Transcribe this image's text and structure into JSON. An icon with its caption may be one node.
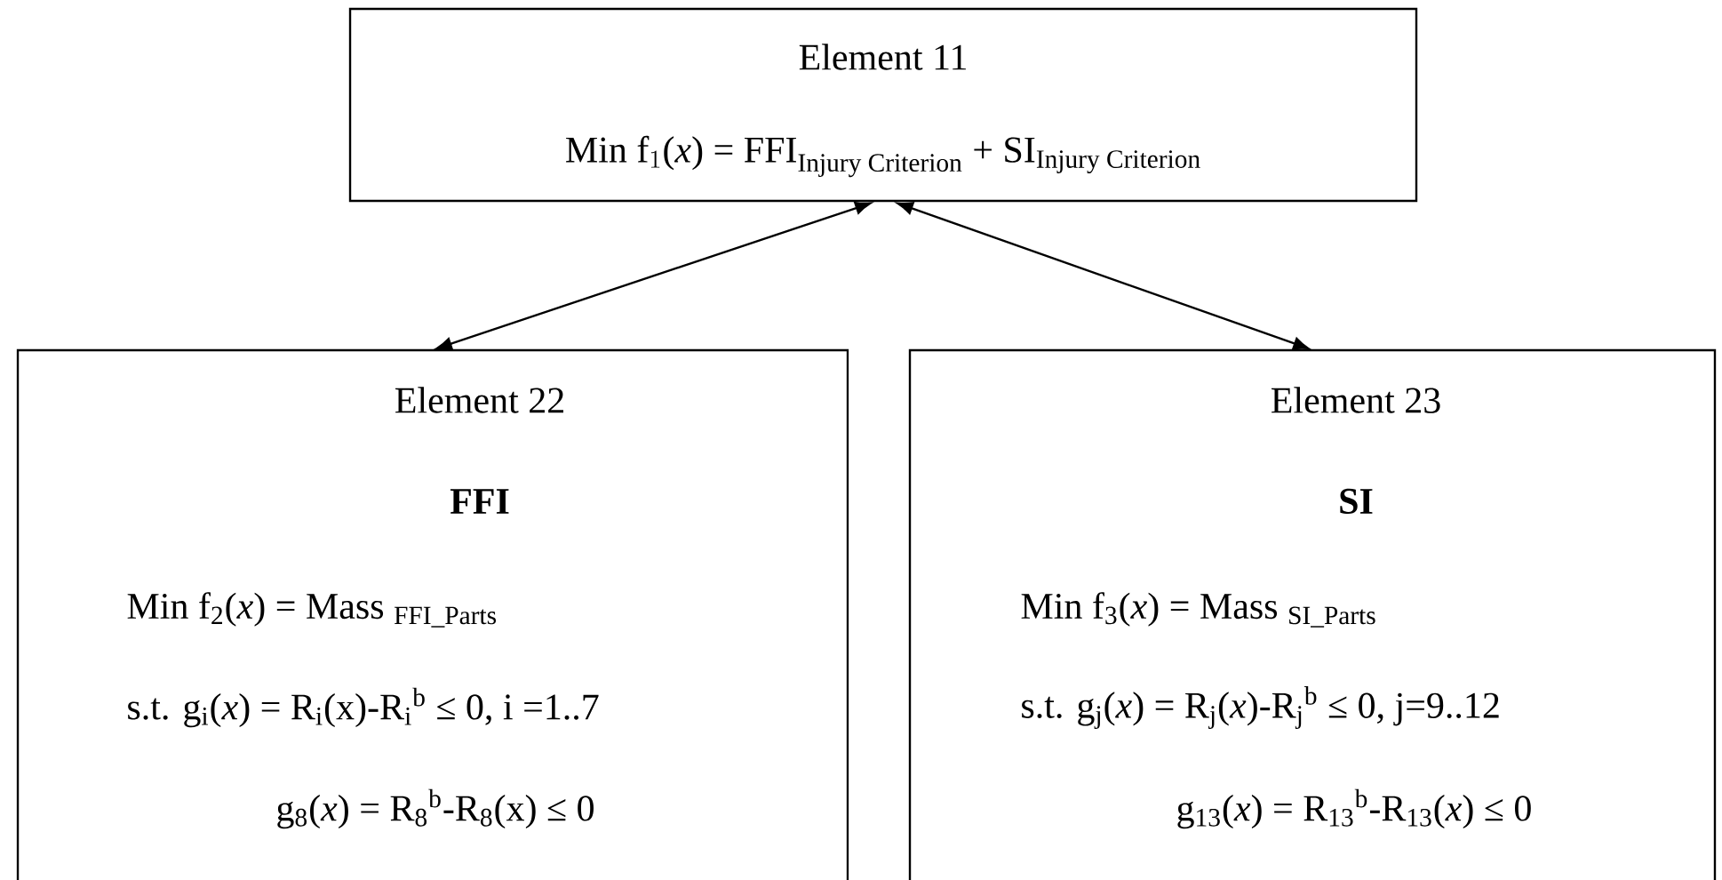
{
  "diagram": {
    "nodes": [
      {
        "text": [
          "Element 11",
          "\\text{Min f}_{1}\\text{(\\textit{x}) = FFI}_{\\text{Injury Criterion}}\\text{ + SI}_{\\text{Injury Criterion}}"
        ]
      },
      {
        "text": [
          "Element 22",
          "FFI",
          "Min f$_{2}$(*x*) = Mass $_{FFI_Parts}$",
          "s.t.  g$_{i}$(*x*) = R$_{i}$(x)-R$_{i}$$^{b}$  ≤ 0, i =1..7",
          "g$_{8}$(*x*) = R$_{8}$$^{b}$-R$_{8}$(x) ≤ 0"
        ]
      },
      {
        "text": [
          "Element 23",
          "SI",
          "Min f$_{3}$(*x*) = Mass $_{SI_Parts}$",
          "s.t.   g$_{j}$(*x*) = R$_{j}$(*x*)-R$_{j}$$^{b}$  ≤ 0, j=9..12",
          "g$_{13}$(*x*) = R$_{13}$$^{b}$-R$_{13}$(*x*) ≤ 0"
        ]
      }
    ],
    "edges": [
      {
        "from": 0,
        "to": 1,
        "arrow": "both"
      },
      {
        "from": 0,
        "to": 2,
        "arrow": "both"
      }
    ]
  }
}
